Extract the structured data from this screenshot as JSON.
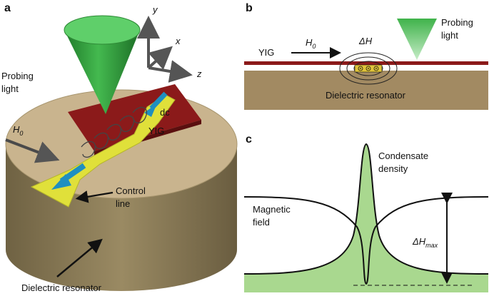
{
  "panels": {
    "a": {
      "letter": "a",
      "axes": {
        "y": "y",
        "x": "x",
        "z": "z"
      },
      "probing_light": [
        "Probing",
        "light"
      ],
      "h0": {
        "base": "H",
        "sub": "0"
      },
      "dc": "dc",
      "yig": "YIG",
      "control_line": [
        "Control",
        "line"
      ],
      "dielectric_resonator": "Dielectric resonator"
    },
    "b": {
      "letter": "b",
      "yig": "YIG",
      "h0": {
        "base": "H",
        "sub": "0"
      },
      "delta_h": "ΔH",
      "probing_light": [
        "Probing",
        "light"
      ],
      "dielectric_resonator": "Dielectric resonator"
    },
    "c": {
      "letter": "c",
      "condensate_density": [
        "Condensate",
        "density"
      ],
      "magnetic_field": [
        "Magnetic",
        "field"
      ],
      "delta_hmax": {
        "base": "ΔH",
        "sub": "max"
      }
    }
  },
  "colors": {
    "cone_green": "#2e9e3a",
    "resonator_tan": "#c9b48e",
    "resonator_side": "#8a7a56",
    "yig_red": "#8b1a1a",
    "strip_yellow": "#e0e03a",
    "arrow_blue": "#1f8fc0",
    "density_fill": "#a9d88f",
    "curve": "#111111"
  }
}
